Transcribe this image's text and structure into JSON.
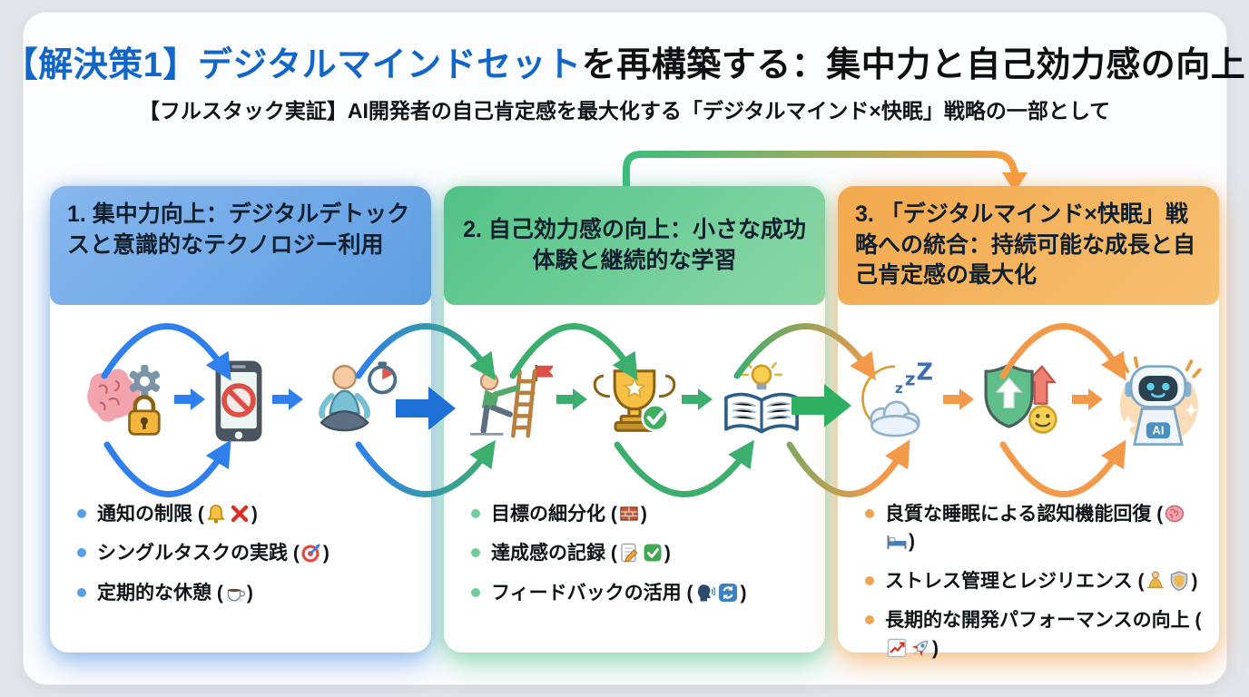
{
  "title": {
    "highlight": "【解決策1】デジタルマインドセット",
    "rest": "を再構築する：集中力と自己効力感の向上"
  },
  "subtitle": "【フルスタック実証】AI開発者の自己肯定感を最大化する「デジタルマインド×快眠」戦略の一部として",
  "punct": {
    "open": "(",
    "close": ")"
  },
  "zzz": [
    "z",
    "z",
    "Z"
  ],
  "robot_label": "AI",
  "colors": {
    "title_highlight": "#1266c8",
    "col1_accent": "#2f80ed",
    "col2_accent": "#3cae6e",
    "col3_accent": "#f2994a",
    "big_arrow_blue": "#1e6fd6",
    "big_arrow_green": "#2faf62"
  },
  "columns": [
    {
      "header": "1. 集中力向上：デジタルデトックスと意識的なテクノロジー利用",
      "flow_icons": [
        "brain-gear-lock",
        "phone-do-not-disturb",
        "meditating-person-stopwatch"
      ],
      "bullets": [
        {
          "text": "通知の制限",
          "icons": [
            "bell",
            "cross-mark"
          ]
        },
        {
          "text": "シングルタスクの実践",
          "icons": [
            "target"
          ]
        },
        {
          "text": "定期的な休憩",
          "icons": [
            "coffee"
          ]
        }
      ]
    },
    {
      "header": "2. 自己効力感の向上：小さな成功体験と継続的な学習",
      "flow_icons": [
        "ladder-climber-flag",
        "trophy-check",
        "open-book-lightbulb"
      ],
      "bullets": [
        {
          "text": "目標の細分化",
          "icons": [
            "brick"
          ]
        },
        {
          "text": "達成感の記録",
          "icons": [
            "memo-pencil",
            "check-box"
          ]
        },
        {
          "text": "フィードバックの活用",
          "icons": [
            "speaking-head",
            "refresh"
          ]
        }
      ]
    },
    {
      "header": "3. 「デジタルマインド×快眠」戦略への統合：持続可能な成長と自己肯定感の最大化",
      "flow_icons": [
        "sleep-moon-cloud",
        "shield-growth-smiley",
        "ai-robot"
      ],
      "bullets": [
        {
          "text": "良質な睡眠による認知機能回復",
          "icons": [
            "brain",
            "bed"
          ]
        },
        {
          "text": "ストレス管理とレジリエンス",
          "icons": [
            "meditation",
            "shield"
          ]
        },
        {
          "text": "長期的な開発パフォーマンスの向上",
          "icons": [
            "chart-rising",
            "rocket"
          ]
        }
      ]
    }
  ]
}
